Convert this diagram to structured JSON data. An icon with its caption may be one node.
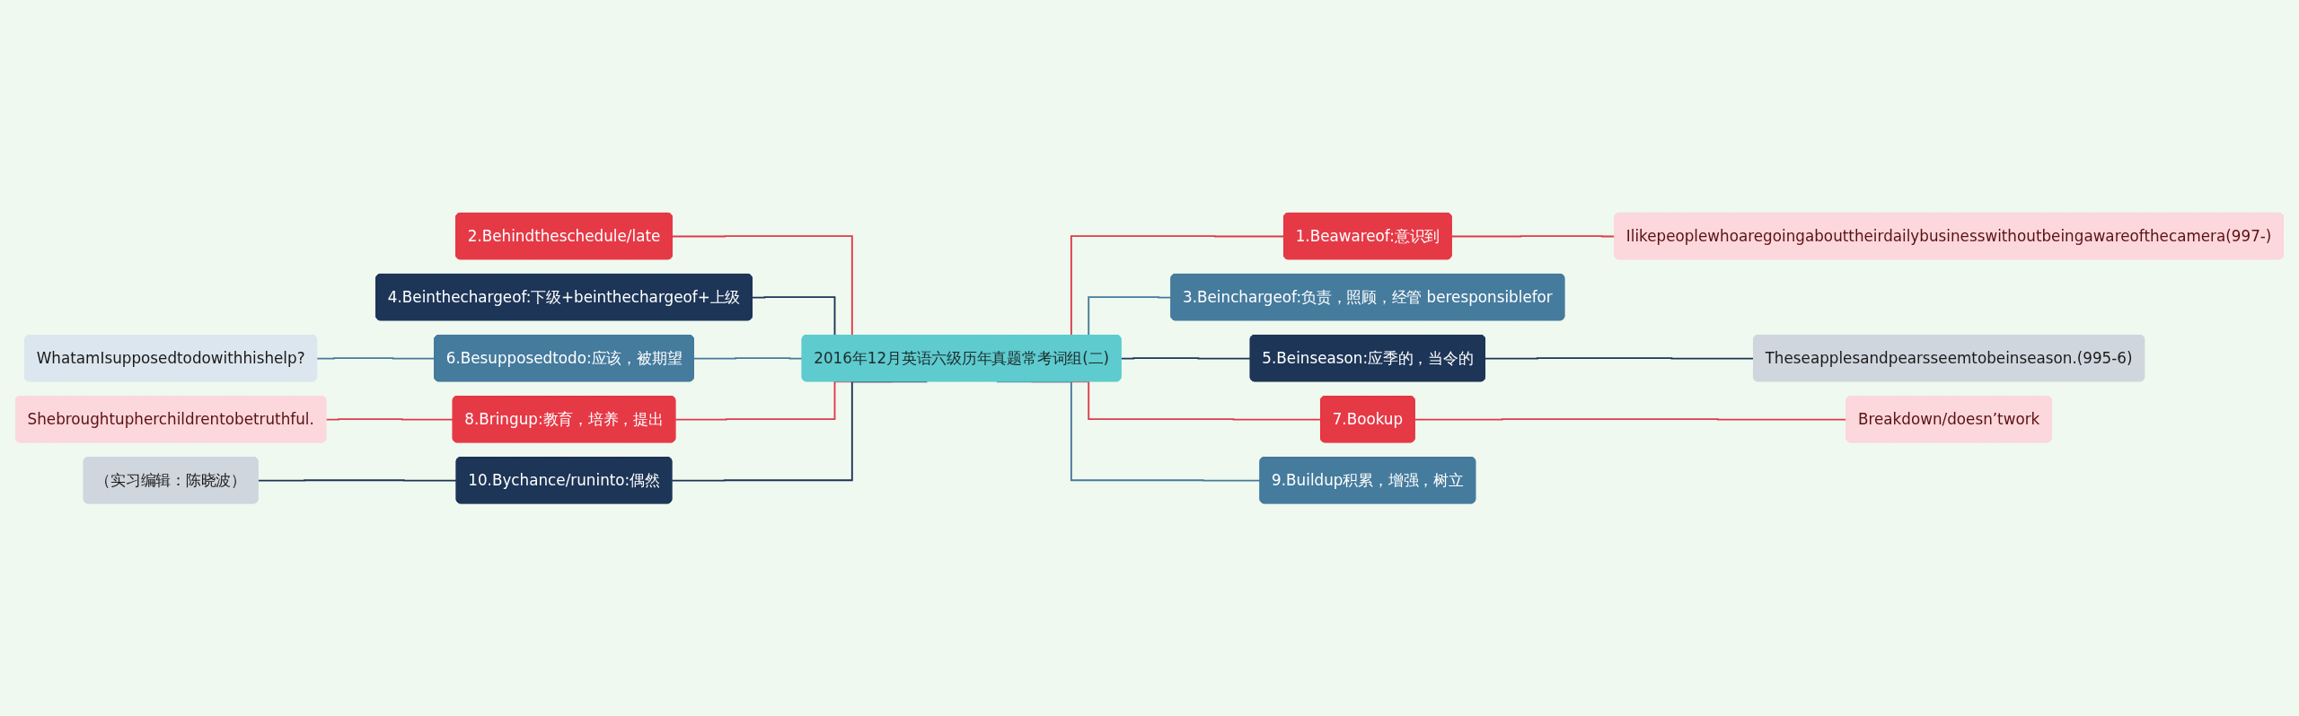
{
  "diagram": {
    "nodes": [
      {
        "text": [
          "2016年12月英语六级历年真题常考词组(二)"
        ]
      },
      {
        "text": [
          "1.Beawareof:意识到"
        ]
      },
      {
        "text": [
          "Ilikepeoplewhoaregoingabouttheirdailybusinesswithoutbeingawareofthecamera(997-)"
        ]
      },
      {
        "text": [
          "3.Beinchargeof:负责，照顾，经管 beresponsiblefor"
        ]
      },
      {
        "text": [
          "5.Beinseason:应季的，当令的"
        ]
      },
      {
        "text": [
          "Theseapplesandpearsseemtobeinseason.(995-6)"
        ]
      },
      {
        "text": [
          "7.Bookup"
        ]
      },
      {
        "text": [
          "Breakdown/doesn’twork"
        ]
      },
      {
        "text": [
          "9.Buildup积累，增强，树立"
        ]
      },
      {
        "text": [
          "2.Behindtheschedule/late"
        ]
      },
      {
        "text": [
          "4.Beinthechargeof:下级+beinthechargeof+上级"
        ]
      },
      {
        "text": [
          "6.Besupposedtodo:应该，被期望"
        ]
      },
      {
        "text": [
          "WhatamIsupposedtodowithhishelp?"
        ]
      },
      {
        "text": [
          "8.Bringup:教育，培养，提出"
        ]
      },
      {
        "text": [
          "Shebroughtupherchildrentobetruthful."
        ]
      },
      {
        "text": [
          "10.Bychance/runinto:偶然"
        ]
      },
      {
        "text": [
          "（实习编辑：陈晓波）"
        ]
      }
    ],
    "edges": [
      {
        "from": 0,
        "to": 1,
        "arrow": "none",
        "color": "#e03a4a"
      },
      {
        "from": 1,
        "to": 2,
        "arrow": "none",
        "color": "#e03a4a"
      },
      {
        "from": 0,
        "to": 3,
        "arrow": "none",
        "color": "#457a9c"
      },
      {
        "from": 0,
        "to": 4,
        "arrow": "none",
        "color": "#1c3557"
      },
      {
        "from": 4,
        "to": 5,
        "arrow": "none",
        "color": "#1c3557"
      },
      {
        "from": 0,
        "to": 6,
        "arrow": "none",
        "color": "#e03a4a"
      },
      {
        "from": 6,
        "to": 7,
        "arrow": "none",
        "color": "#e03a4a"
      },
      {
        "from": 0,
        "to": 8,
        "arrow": "none",
        "color": "#457a9c"
      },
      {
        "from": 0,
        "to": 9,
        "arrow": "none",
        "color": "#e03a4a"
      },
      {
        "from": 0,
        "to": 10,
        "arrow": "none",
        "color": "#1c3557"
      },
      {
        "from": 0,
        "to": 11,
        "arrow": "none",
        "color": "#457a9c"
      },
      {
        "from": 11,
        "to": 12,
        "arrow": "none",
        "color": "#457a9c"
      },
      {
        "from": 0,
        "to": 13,
        "arrow": "none",
        "color": "#e03a4a"
      },
      {
        "from": 13,
        "to": 14,
        "arrow": "none",
        "color": "#e03a4a"
      },
      {
        "from": 0,
        "to": 15,
        "arrow": "none",
        "color": "#1c3557"
      },
      {
        "from": 15,
        "to": 16,
        "arrow": "none",
        "color": "#1c3557"
      }
    ]
  }
}
